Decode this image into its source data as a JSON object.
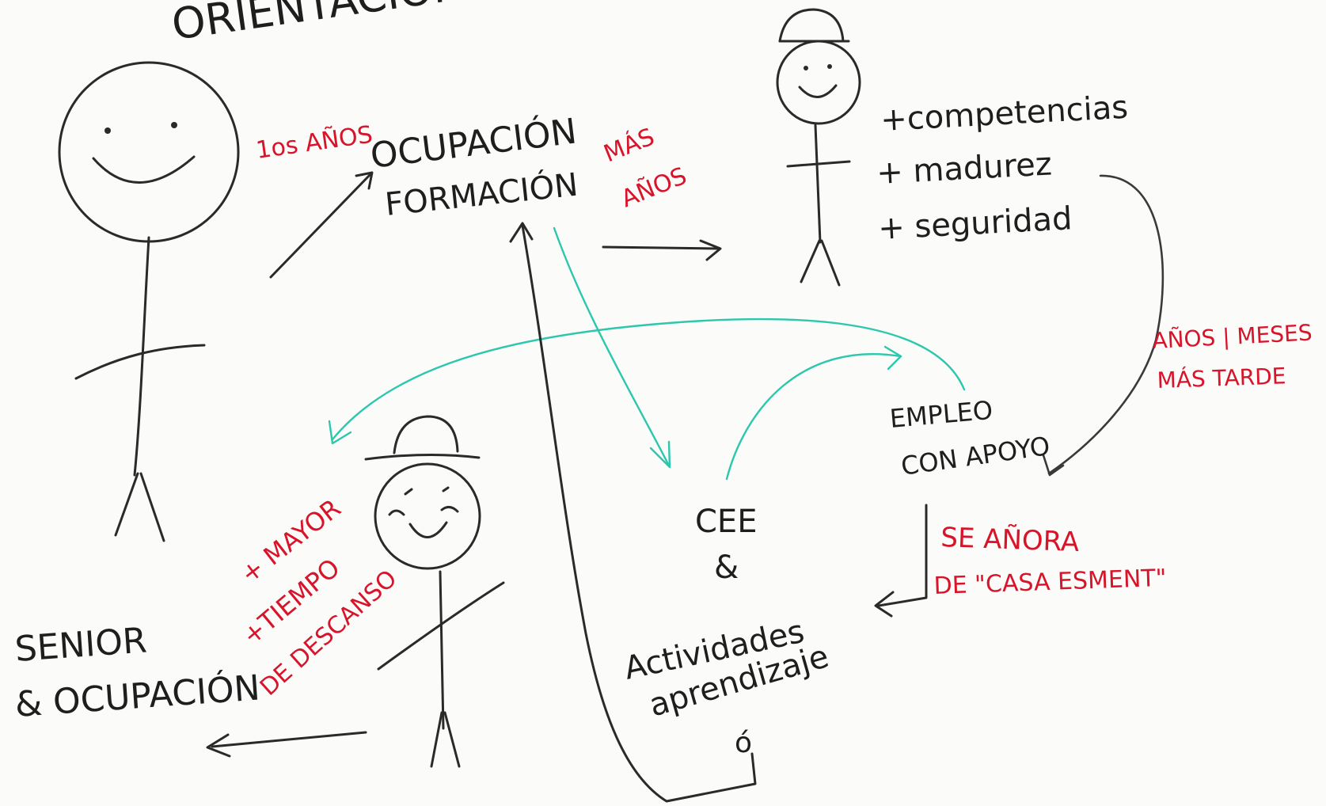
{
  "title_partial": "ORIENTACIÓN",
  "stages": {
    "first_years": "1os AÑOS",
    "occupation": "OCUPACIÓN",
    "training": "FORMACIÓN",
    "more_years_1": "MÁS",
    "more_years_2": "AÑOS"
  },
  "gains": {
    "competencies": "+competencias",
    "maturity": "+ madurez",
    "security": "+ seguridad"
  },
  "later": {
    "line1": "AÑOS | MESES",
    "line2": "MÁS TARDE"
  },
  "supported_employment": {
    "line1": "EMPLEO",
    "line2": "CON APOYO"
  },
  "nostalgia": {
    "line1": "SE AÑORA",
    "line2": "DE \"CASA ESMENT\""
  },
  "cee": {
    "label": "CEE",
    "connector": "&"
  },
  "activities": {
    "line1": "Actividades",
    "line2": "aprendizaje",
    "connector": "ó"
  },
  "senior": {
    "line1": "SENIOR",
    "line2": "& OCUPACIÓN"
  },
  "senior_reasons": {
    "older": "+ MAYOR",
    "rest_1": "+TIEMPO",
    "rest_2": "DE DESCANSO"
  },
  "colors": {
    "ink": "#1e1e1e",
    "accent_red": "#d8142a",
    "teal": "#2cc7ac"
  }
}
